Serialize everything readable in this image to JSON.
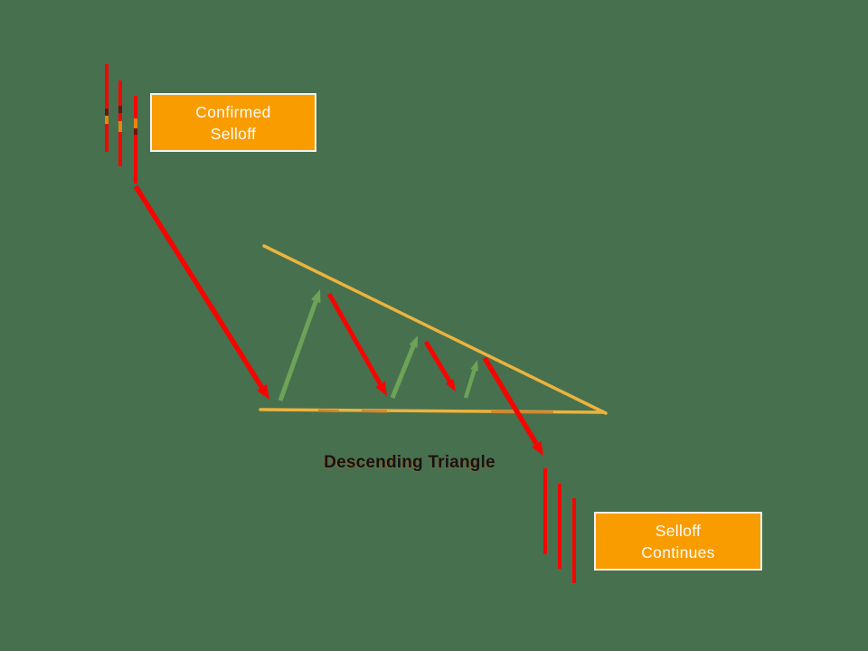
{
  "colors": {
    "background": "#47704F",
    "box_fill": "#F99C00",
    "box_border": "#F2F2F2",
    "box_text": "#FCFCFC",
    "trendline": "#EDB33D",
    "support_accent": "#D4862B",
    "bearish_red": "#F80400",
    "bullish_green": "#6DA356",
    "candle_body_orange": "#E8860B",
    "candle_shadow_dark": "#6E1410",
    "title_text": "#151313"
  },
  "annotations": {
    "confirmed_selloff": {
      "line1": "Confirmed",
      "line2": "Selloff"
    },
    "selloff_continues": {
      "line1": "Selloff",
      "line2": "Continues"
    },
    "pattern_title": "Descending Triangle"
  }
}
